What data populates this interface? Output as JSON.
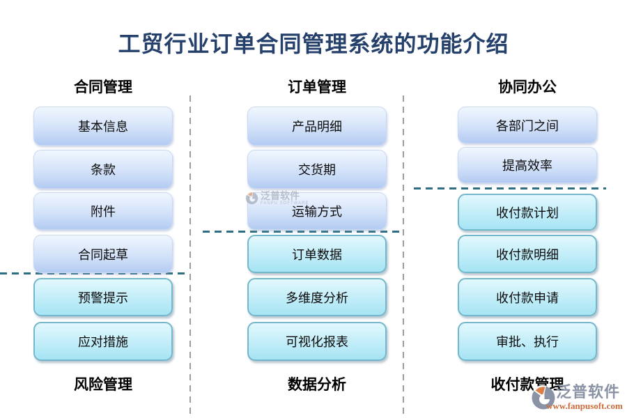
{
  "title": "工贸行业订单合同管理系统的功能介绍",
  "columns": [
    {
      "top_label": "合同管理",
      "top_buttons": [
        "基本信息",
        "条款",
        "附件",
        "合同起草"
      ],
      "bottom_buttons": [
        "预警提示",
        "应对措施"
      ],
      "bottom_label": "风险管理"
    },
    {
      "top_label": "订单管理",
      "top_buttons": [
        "产品明细",
        "交货期",
        "运输方式"
      ],
      "bottom_buttons": [
        "订单数据",
        "多维度分析",
        "可视化报表"
      ],
      "bottom_label": "数据分析"
    },
    {
      "top_label": "协同办公",
      "top_buttons": [
        "各部门之间",
        "提高效率"
      ],
      "bottom_buttons": [
        "收付款计划",
        "收付款明细",
        "收付款申请",
        "审批、执行"
      ],
      "bottom_label": "收付款管理"
    }
  ],
  "watermark": {
    "brand": "泛普软件",
    "sub": "FANPU SOFTWARE"
  },
  "logo": {
    "brand": "泛普软件",
    "url": "www.fanpusoft.com"
  },
  "colors": {
    "title_navy": "#24406b",
    "button_blue_top": "#f0f6fe",
    "button_blue_bottom": "#b3cbf2",
    "button_cyan_top": "#e2f8fd",
    "button_cyan_bottom": "#a6e4f4",
    "cyan_border": "#72b7ca",
    "separator_teal": "#2d6f80",
    "separator_gray": "#9b9b9b",
    "brand_gray": "#8a93a6",
    "brand_orange": "#cb6b3b"
  }
}
